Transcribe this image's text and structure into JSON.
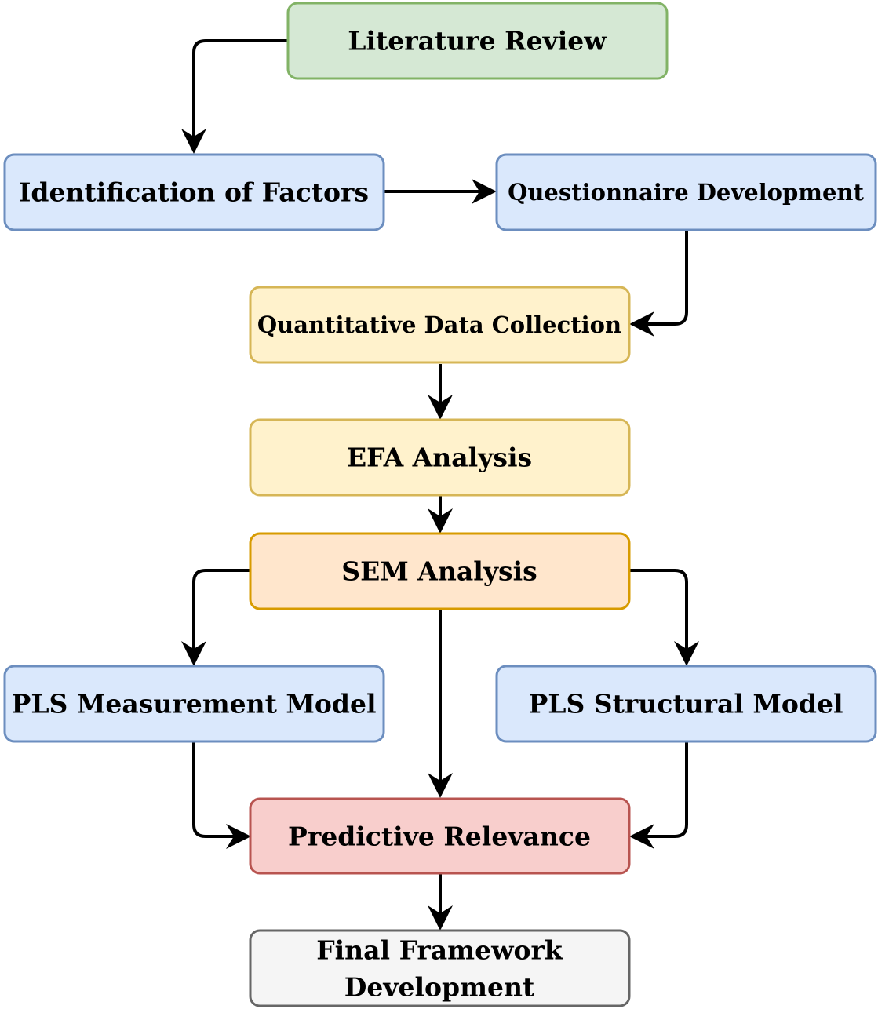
{
  "diagram": {
    "colors": {
      "green_fill": "#d5e8d4",
      "green_stroke": "#82b366",
      "blue_fill": "#dae8fc",
      "blue_stroke": "#6c8ebf",
      "yellow_fill": "#fff2cc",
      "yellow_stroke": "#d6b656",
      "orange_fill": "#ffe6cc",
      "orange_stroke": "#d79b00",
      "red_fill": "#f8cecc",
      "red_stroke": "#b85450",
      "gray_fill": "#f5f5f5",
      "gray_stroke": "#666666",
      "connector": "#000000"
    },
    "nodes": {
      "literature_review": "Literature Review",
      "identification_of_factors": "Identification of Factors",
      "questionnaire_development": "Questionnaire Development",
      "quantitative_data_collection": "Quantitative Data Collection",
      "efa_analysis": "EFA Analysis",
      "sem_analysis": "SEM Analysis",
      "pls_measurement_model": "PLS Measurement Model",
      "pls_structural_model": "PLS Structural Model",
      "predictive_relevance": "Predictive Relevance",
      "final_framework_line1": "Final Framework",
      "final_framework_line2": "Development"
    }
  }
}
